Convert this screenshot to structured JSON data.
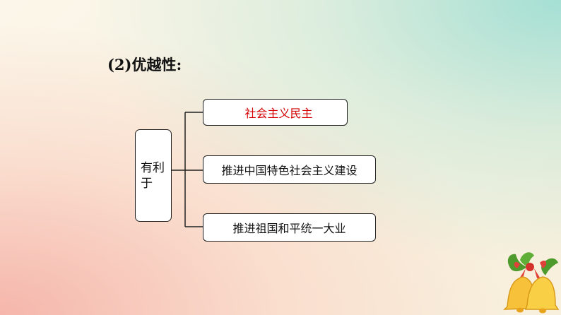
{
  "heading": "(2)优越性:",
  "diagram": {
    "root": "有利于",
    "branches": [
      "社会主义民主",
      "推进中国特色社会主义建设",
      "推进祖国和平统一大业"
    ]
  },
  "colors": {
    "highlight_text": "#d40000",
    "border": "#222222"
  },
  "decoration": {
    "icon": "christmas-bells-icon"
  }
}
